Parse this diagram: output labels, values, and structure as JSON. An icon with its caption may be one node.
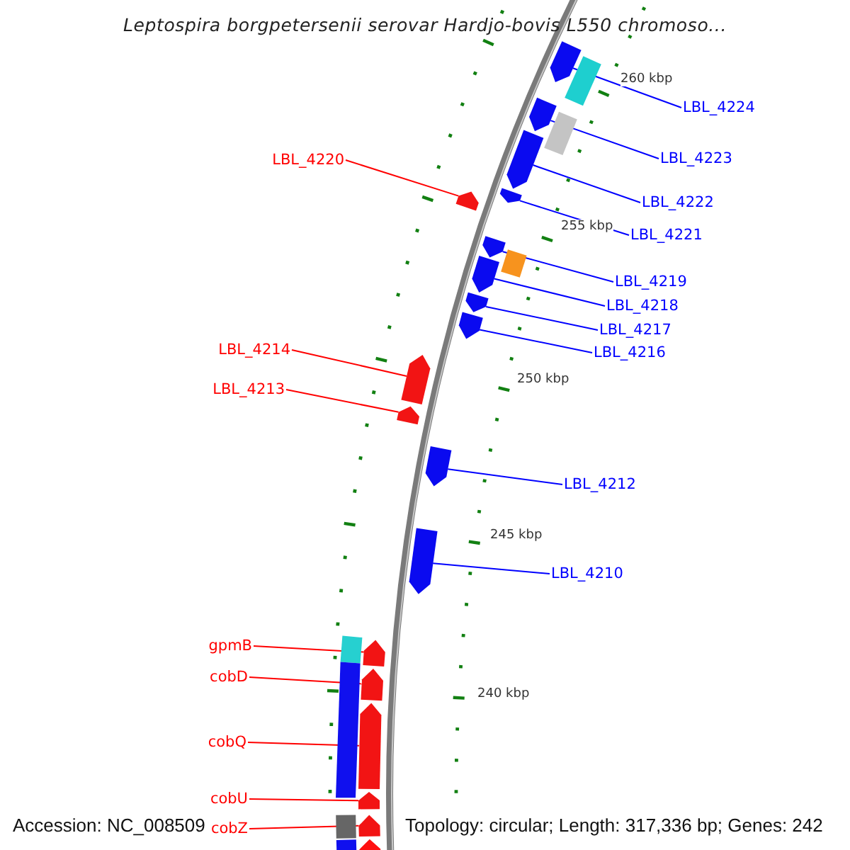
{
  "diagram": {
    "title": "Leptospira borgpetersenii serovar Hardjo-bovis L550 chromoso...",
    "nodes": [
      {
        "text": [
          "LBL_4224"
        ]
      },
      {
        "text": [
          "LBL_4223"
        ]
      },
      {
        "text": [
          "LBL_4222"
        ]
      },
      {
        "text": [
          "LBL_4221"
        ]
      },
      {
        "text": [
          "LBL_4220"
        ]
      },
      {
        "text": [
          "LBL_4219"
        ]
      },
      {
        "text": [
          "LBL_4218"
        ]
      },
      {
        "text": [
          "LBL_4217"
        ]
      },
      {
        "text": [
          "LBL_4216"
        ]
      },
      {
        "text": [
          "LBL_4214"
        ]
      },
      {
        "text": [
          "LBL_4213"
        ]
      },
      {
        "text": [
          "LBL_4212"
        ]
      },
      {
        "text": [
          "LBL_4210"
        ]
      },
      {
        "text": [
          "gpmB"
        ]
      },
      {
        "text": [
          "cobD"
        ]
      },
      {
        "text": [
          "cobQ"
        ]
      },
      {
        "text": [
          "cobU"
        ]
      },
      {
        "text": [
          "cobZ"
        ]
      },
      {
        "text": [],
        "shape": "pentagon"
      },
      {
        "text": [],
        "shape": "pentagon"
      },
      {
        "text": [],
        "shape": "pentagon"
      },
      {
        "text": [],
        "shape": "pentagon"
      },
      {
        "text": [],
        "shape": "pentagon"
      },
      {
        "text": [],
        "shape": "pentagon"
      },
      {
        "text": [],
        "shape": "pentagon"
      },
      {
        "text": [],
        "shape": "pentagon"
      },
      {
        "text": [],
        "shape": "pentagon"
      },
      {
        "text": [],
        "shape": "pentagon"
      },
      {
        "text": [],
        "shape": "pentagon"
      },
      {
        "text": [],
        "shape": "pentagon"
      },
      {
        "text": [],
        "shape": "pentagon"
      },
      {
        "text": [],
        "shape": "pentagon"
      },
      {
        "text": [],
        "shape": "pentagon"
      },
      {
        "text": [],
        "shape": "pentagon"
      },
      {
        "text": [],
        "shape": "pentagon"
      },
      {
        "text": [],
        "shape": "pentagon"
      }
    ],
    "edges": [
      {
        "from": 0,
        "to": 18,
        "arrow": "none"
      },
      {
        "from": 1,
        "to": 19,
        "arrow": "none"
      },
      {
        "from": 2,
        "to": 20,
        "arrow": "none"
      },
      {
        "from": 3,
        "to": 21,
        "arrow": "none"
      },
      {
        "from": 4,
        "to": 22,
        "arrow": "none",
        "color": "#ff0000"
      },
      {
        "from": 5,
        "to": 23,
        "arrow": "none"
      },
      {
        "from": 6,
        "to": 24,
        "arrow": "none"
      },
      {
        "from": 7,
        "to": 25,
        "arrow": "none"
      },
      {
        "from": 8,
        "to": 26,
        "arrow": "none"
      },
      {
        "from": 9,
        "to": 27,
        "arrow": "none",
        "color": "#ff0000"
      },
      {
        "from": 10,
        "to": 28,
        "arrow": "none",
        "color": "#ff0000"
      },
      {
        "from": 11,
        "to": 29,
        "arrow": "none"
      },
      {
        "from": 12,
        "to": 30,
        "arrow": "none"
      },
      {
        "from": 13,
        "to": 31,
        "arrow": "none",
        "color": "#ff0000"
      },
      {
        "from": 14,
        "to": 32,
        "arrow": "none",
        "color": "#ff0000"
      },
      {
        "from": 15,
        "to": 33,
        "arrow": "none",
        "color": "#ff0000"
      },
      {
        "from": 16,
        "to": 34,
        "arrow": "none",
        "color": "#ff0000"
      },
      {
        "from": 17,
        "to": 35,
        "arrow": "none",
        "color": "#ff0000"
      }
    ],
    "labels": [
      "260 kbp",
      "255 kbp",
      "250 kbp",
      "245 kbp",
      "240 kbp",
      "Accession: NC_008509",
      "Topology: circular; Length: 317,336 bp; Genes: 242"
    ]
  }
}
